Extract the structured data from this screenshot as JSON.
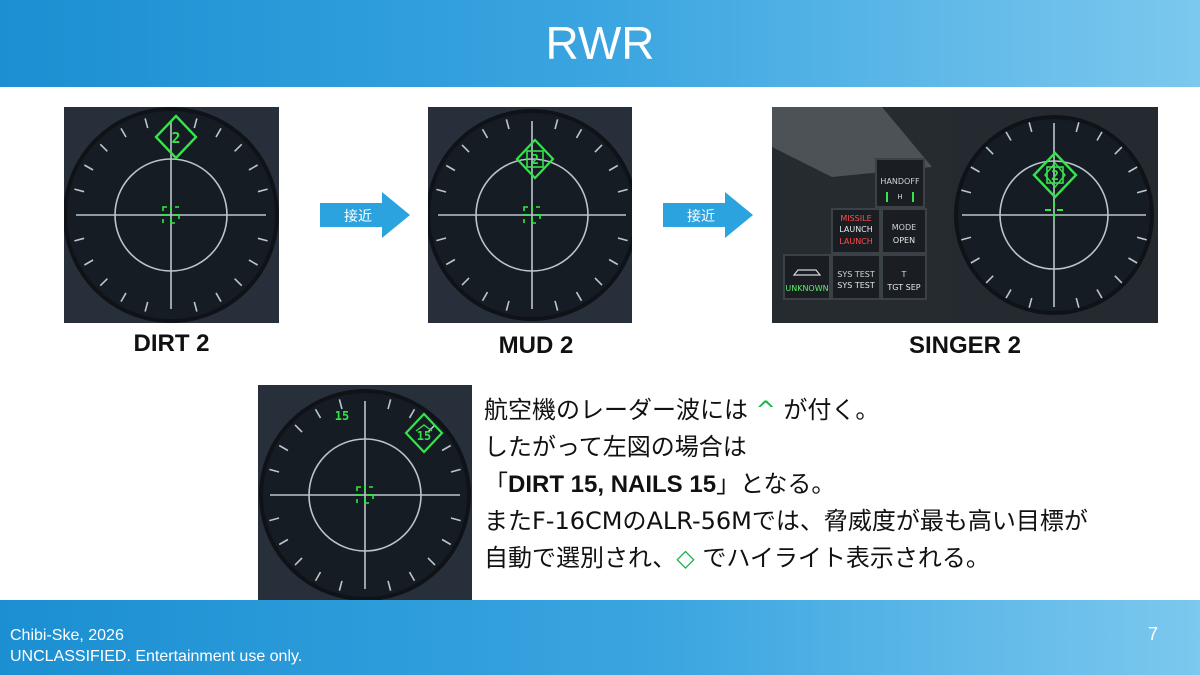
{
  "header": {
    "title": "RWR"
  },
  "scopes": [
    {
      "caption": "DIRT 2",
      "symbol": "2"
    },
    {
      "caption": "MUD 2",
      "symbol": "2"
    },
    {
      "caption": "SINGER 2",
      "symbol": "2"
    },
    {
      "symbol": "15",
      "symbol_plain": "15"
    }
  ],
  "arrows": [
    {
      "label": "接近"
    },
    {
      "label": "接近"
    }
  ],
  "panel": {
    "handoff": "HANDOFF",
    "handoff_sub": "H",
    "missile1": "MISSILE",
    "missile2": "LAUNCH",
    "missile3": "LAUNCH",
    "mode1": "MODE",
    "mode2": "OPEN",
    "unknown": "UNKNOWN",
    "systest1": "SYS TEST",
    "systest2": "SYS TEST",
    "t1": "T",
    "t2": "TGT SEP"
  },
  "description": {
    "l1a": "航空機のレーダー波には ",
    "l1b": "^",
    "l1c": " が付く。",
    "l2": "したがって左図の場合は",
    "l3a": "「",
    "l3b": "DIRT 15, NAILS 15",
    "l3c": "」となる。",
    "l4": "またF-16CMのALR-56Mでは、脅威度が最も高い目標が",
    "l5a": "自動で選別され、",
    "l5b": "◇",
    "l5c": " でハイライト表示される。"
  },
  "footer": {
    "author": "Chibi-Ske, 2026",
    "classification": "UNCLASSIFIED. Entertainment use only.",
    "page": "7"
  },
  "colors": {
    "accent": "#1b8fd2",
    "symbol_green": "#35e34a",
    "scope_lines": "#b9c6cc",
    "text_green": "#17b24a"
  }
}
